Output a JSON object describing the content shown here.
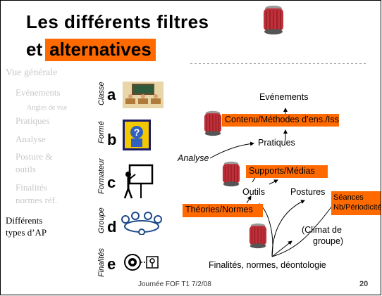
{
  "title": {
    "line1": "Les différents filtres",
    "line2_prefix": "et",
    "line2_highlight": "alternatives"
  },
  "sidebar": {
    "items": [
      {
        "label": "Vue générale"
      },
      {
        "label": "Evénements"
      },
      {
        "label": "Angles de vue"
      },
      {
        "label": "Pratiques"
      },
      {
        "label": "Analyse"
      },
      {
        "label": "Posture &"
      },
      {
        "label": "outils"
      },
      {
        "label": "Finalités"
      },
      {
        "label": "normes réf."
      },
      {
        "label": "Différents"
      },
      {
        "label": "types d’AP"
      }
    ]
  },
  "rows": [
    {
      "category": "Classe",
      "letter": "a"
    },
    {
      "category": "Formé",
      "letter": "b"
    },
    {
      "category": "Formateur",
      "letter": "c"
    },
    {
      "category": "Groupe",
      "letter": "d"
    },
    {
      "category": "Finalités",
      "letter": "e"
    }
  ],
  "diagram": {
    "evenements": "Evénements",
    "contenu": "Contenu/Méthodes d’ens./Issue",
    "pratiques": "Pratiques",
    "analyse": "Analyse",
    "supports": "Supports/Médias",
    "outils": "Outils",
    "postures": "Postures",
    "seances_line1": "Séances",
    "seances_line2": "Nb/Périodicité",
    "theories": "Théories/Normes",
    "climat_line1": "(Climat de",
    "climat_line2": "groupe)",
    "finalites": "Finalités, normes, déontologie"
  },
  "footer": {
    "text": "Journée FOF T1  7/2/08",
    "page": "20"
  },
  "colors": {
    "highlight": "#ff6a00",
    "sidebar_inactive": "#c8c8c8"
  }
}
